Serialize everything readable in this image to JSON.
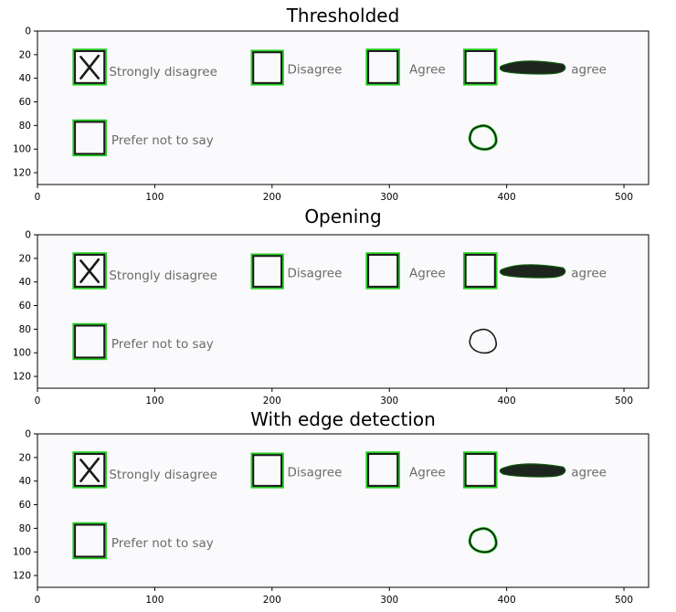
{
  "chart_data": [
    {
      "type": "image",
      "title": "Thresholded",
      "x_ticks": [
        0,
        100,
        200,
        300,
        400,
        500
      ],
      "y_ticks": [
        0,
        20,
        40,
        60,
        80,
        100,
        120
      ],
      "xlim": [
        0,
        521
      ],
      "ylim": [
        130,
        0
      ],
      "form": {
        "options": [
          "Strongly disagree",
          "Disagree",
          "Agree",
          "agree"
        ],
        "extra_option": "Prefer not to say"
      },
      "highlight_circle": true
    },
    {
      "type": "image",
      "title": "Opening",
      "x_ticks": [
        0,
        100,
        200,
        300,
        400,
        500
      ],
      "y_ticks": [
        0,
        20,
        40,
        60,
        80,
        100,
        120
      ],
      "xlim": [
        0,
        521
      ],
      "ylim": [
        130,
        0
      ],
      "form": {
        "options": [
          "Strongly disagree",
          "Disagree",
          "Agree",
          "agree"
        ],
        "extra_option": "Prefer not to say"
      },
      "highlight_circle": false
    },
    {
      "type": "image",
      "title": "With edge detection",
      "x_ticks": [
        0,
        100,
        200,
        300,
        400,
        500
      ],
      "y_ticks": [
        0,
        20,
        40,
        60,
        80,
        100,
        120
      ],
      "xlim": [
        0,
        521
      ],
      "ylim": [
        130,
        0
      ],
      "form": {
        "options": [
          "Strongly disagree",
          "Disagree",
          "Agree",
          "agree"
        ],
        "extra_option": "Prefer not to say"
      },
      "highlight_circle": true
    }
  ],
  "colors": {
    "box_highlight": "#22cc22",
    "ink": "#1a1a1a",
    "form_text": "#6b6b6b",
    "image_bg": "#fafafc",
    "axis": "#000000"
  }
}
